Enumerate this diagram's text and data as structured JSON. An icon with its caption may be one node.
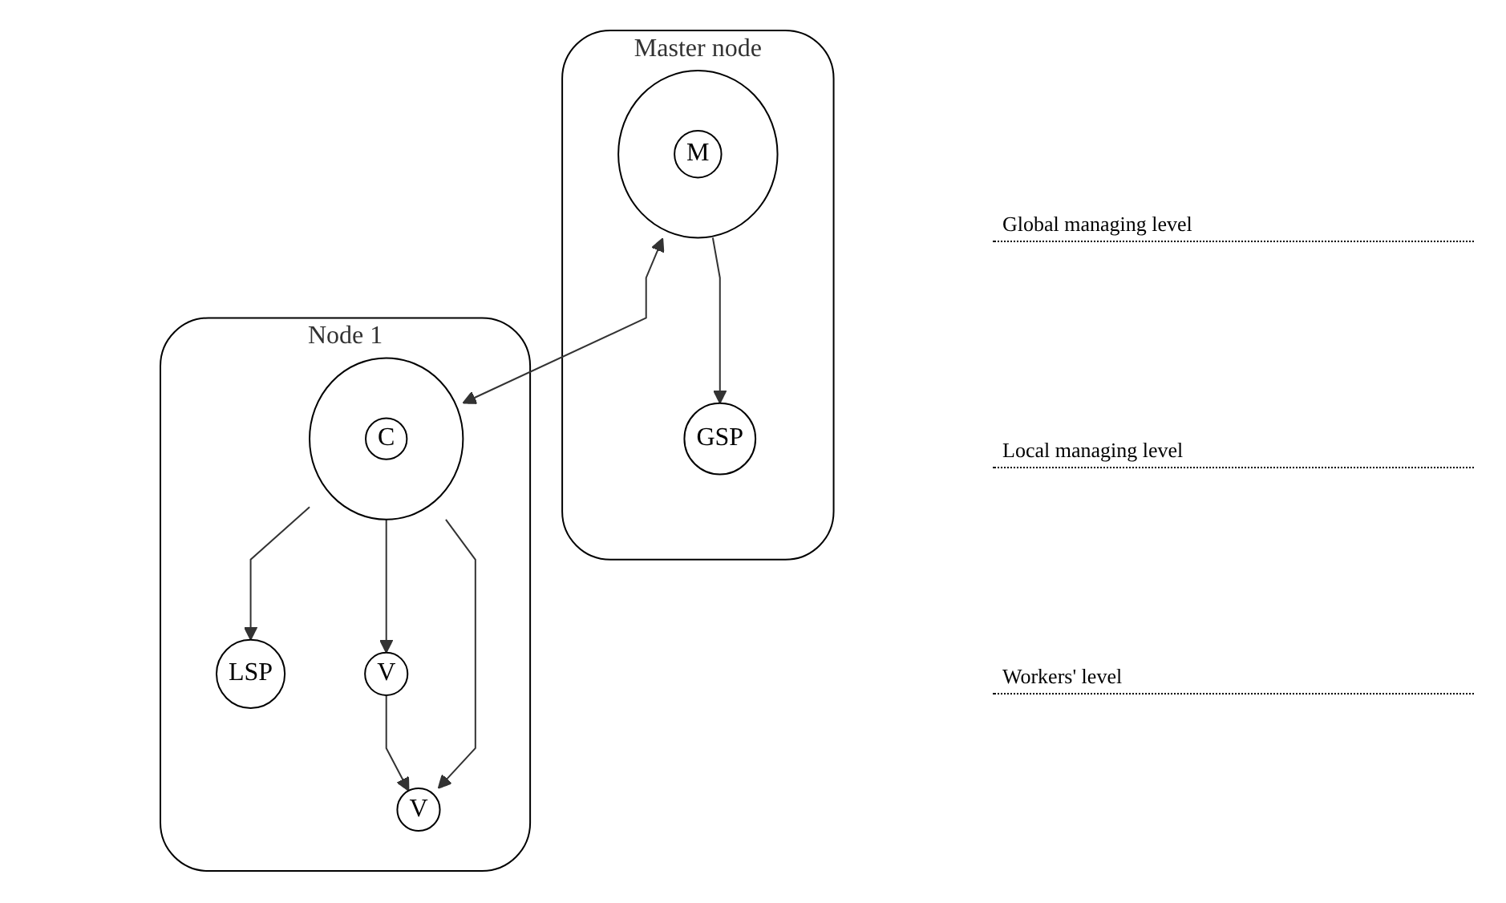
{
  "diagram": {
    "nodes": [
      {
        "text": [
          "Master node"
        ]
      },
      {
        "text": [],
        "shape": "circle",
        "in": 0
      },
      {
        "text": [
          "M"
        ],
        "in": 1
      },
      {
        "text": [
          "GSP"
        ],
        "in": 0
      },
      {
        "text": [
          "Node 1"
        ]
      },
      {
        "text": [],
        "shape": "circle",
        "in": 4
      },
      {
        "text": [
          "C"
        ],
        "in": 5
      },
      {
        "text": [
          "LSP"
        ],
        "in": 4
      },
      {
        "text": [
          "V"
        ],
        "in": 4
      },
      {
        "text": [
          "V"
        ],
        "in": 4
      }
    ],
    "edges": [
      {
        "from": 1,
        "to": 3,
        "arrow": "to"
      },
      {
        "from": 1,
        "to": 5,
        "arrow": "both"
      },
      {
        "from": 5,
        "to": 7,
        "arrow": "to"
      },
      {
        "from": 5,
        "to": 8,
        "arrow": "to"
      },
      {
        "from": 5,
        "to": 9,
        "arrow": "to"
      },
      {
        "from": 8,
        "to": 9,
        "arrow": "to"
      }
    ],
    "labels": [
      "Global managing level",
      "Local managing level",
      "Workers' level"
    ]
  }
}
